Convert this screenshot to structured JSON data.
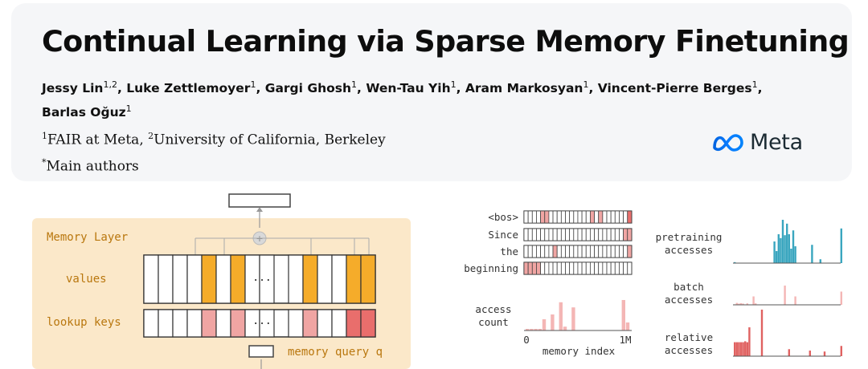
{
  "header": {
    "title": "Continual Learning via Sparse Memory Finetuning",
    "authors": [
      {
        "name": "Jessy Lin",
        "aff": "1,2",
        "sep": ", "
      },
      {
        "name": "Luke Zettlemoyer",
        "aff": "1",
        "sep": ", "
      },
      {
        "name": "Gargi Ghosh",
        "aff": "1",
        "sep": ", "
      },
      {
        "name": "Wen-Tau Yih",
        "aff": "1",
        "sep": ", "
      },
      {
        "name": "Aram Markosyan",
        "aff": "1",
        "sep": ", "
      },
      {
        "name": "Vincent-Pierre Berges",
        "aff": "1",
        "sep": ","
      },
      {
        "name": "Barlas Oğuz",
        "aff": "1",
        "sep": ""
      }
    ],
    "affiliations": [
      {
        "mark": "1",
        "text": "FAIR at Meta, "
      },
      {
        "mark": "2",
        "text": "University of California, Berkeley"
      }
    ],
    "note_mark": "*",
    "note_text": "Main authors",
    "logo_text": "Meta",
    "logo_icon": "meta-infinity-icon"
  },
  "figure": {
    "memory_layer_label": "Memory Layer",
    "values_label": "values",
    "keys_label": "lookup keys",
    "ellipsis": "...",
    "query_label": "memory query q",
    "plus_symbol": "+",
    "tokens": [
      "<bos>",
      "Since",
      "the",
      "beginning"
    ],
    "access_count_label": [
      "access",
      "count"
    ],
    "axis_start": "0",
    "axis_end": "1M",
    "memory_index_label": "memory index",
    "right_labels": [
      [
        "pretraining",
        "accesses"
      ],
      [
        "batch",
        "accesses"
      ],
      [
        "relative",
        "accesses"
      ]
    ],
    "colors": {
      "panel": "#fbe8c9",
      "value_highlight": "#f5ac2a",
      "key_highlight": "#f0a5a3",
      "key_strong": "#e96e6c",
      "pretrain": "#3aa6bf",
      "batch": "#f4b6b5",
      "relative": "#e06261"
    },
    "value_slots": [
      0,
      0,
      0,
      0,
      1,
      0,
      1,
      0,
      0,
      "e",
      0,
      1,
      0,
      0,
      1,
      1
    ],
    "key_slots": [
      0,
      0,
      0,
      0,
      1,
      0,
      1,
      0,
      0,
      "e",
      0,
      1,
      0,
      0,
      2,
      2
    ],
    "token_slots": [
      [
        0,
        0,
        0,
        0,
        1,
        1,
        0,
        0,
        0,
        0,
        0,
        0,
        0,
        0,
        0,
        0,
        1,
        0,
        1,
        0,
        0,
        0,
        0,
        0,
        0,
        2
      ],
      [
        0,
        0,
        0,
        0,
        0,
        0,
        0,
        0,
        0,
        0,
        0,
        0,
        0,
        0,
        0,
        0,
        0,
        0,
        0,
        0,
        0,
        0,
        0,
        0,
        1,
        1
      ],
      [
        0,
        0,
        0,
        0,
        0,
        0,
        0,
        1,
        0,
        0,
        0,
        0,
        0,
        0,
        0,
        0,
        0,
        0,
        0,
        0,
        0,
        0,
        0,
        0,
        0,
        1
      ],
      [
        1,
        1,
        1,
        1,
        0,
        0,
        0,
        0,
        0,
        0,
        0,
        0,
        0,
        0,
        0,
        0,
        0,
        0,
        0,
        0,
        0,
        0,
        0,
        0,
        0,
        0
      ]
    ],
    "access_count_bars": [
      0.05,
      0.05,
      0.05,
      0.05,
      0.35,
      0.0,
      0.5,
      0.0,
      0.88,
      0.12,
      0.0,
      0.72,
      0.0,
      0.0,
      0.0,
      0.0,
      0.0,
      0.0,
      0.0,
      0.0,
      0.0,
      0.0,
      0.0,
      0.95,
      0.25
    ],
    "pretrain_bars": [
      0.02,
      0.0,
      0.0,
      0.0,
      0.0,
      0.0,
      0.0,
      0.0,
      0.0,
      0.0,
      0.0,
      0.0,
      0.0,
      0.0,
      0.0,
      0.0,
      0.0,
      0.0,
      0.0,
      0.45,
      0.25,
      0.6,
      0.52,
      0.9,
      0.58,
      0.82,
      0.6,
      0.3,
      0.68,
      0.35,
      0.0,
      0.0,
      0.0,
      0.0,
      0.0,
      0.0,
      0.0,
      0.38,
      0.0,
      0.0,
      0.0,
      0.08,
      0.0,
      0.0,
      0.0,
      0.0,
      0.0,
      0.0,
      0.0,
      0.0,
      0.0,
      0.72
    ],
    "batch_bars": [
      0.02,
      0.08,
      0.05,
      0.07,
      0.05,
      0.0,
      0.06,
      0.0,
      0.0,
      0.35,
      0.06,
      0.0,
      0.0,
      0.0,
      0.0,
      0.0,
      0.0,
      0.0,
      0.0,
      0.0,
      0.0,
      0.0,
      0.0,
      0.0,
      0.8,
      0.0,
      0.0,
      0.0,
      0.0,
      0.35,
      0.0,
      0.0,
      0.0,
      0.0,
      0.0,
      0.0,
      0.0,
      0.0,
      0.0,
      0.0,
      0.0,
      0.0,
      0.0,
      0.0,
      0.0,
      0.0,
      0.0,
      0.0,
      0.0,
      0.0,
      0.0,
      0.55
    ],
    "relative_bars": [
      0.3,
      0.3,
      0.3,
      0.3,
      0.3,
      0.32,
      0.3,
      0.62,
      0.0,
      0.0,
      0.0,
      0.0,
      0.0,
      1.0,
      0.0,
      0.0,
      0.0,
      0.0,
      0.0,
      0.0,
      0.0,
      0.0,
      0.0,
      0.0,
      0.0,
      0.0,
      0.15,
      0.0,
      0.0,
      0.0,
      0.0,
      0.0,
      0.0,
      0.0,
      0.0,
      0.0,
      0.12,
      0.0,
      0.0,
      0.0,
      0.0,
      0.0,
      0.0,
      0.1,
      0.0,
      0.0,
      0.0,
      0.0,
      0.0,
      0.0,
      0.0,
      0.22
    ]
  }
}
